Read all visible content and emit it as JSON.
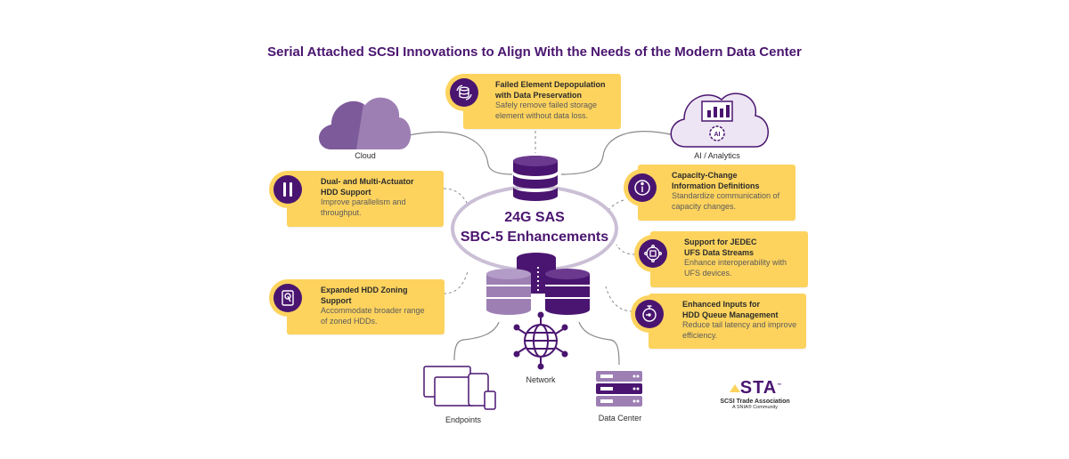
{
  "title": "Serial Attached SCSI Innovations to Align With the Needs of the Modern Data Center",
  "center": {
    "line1": "24G SAS",
    "line2": "SBC-5 Enhancements"
  },
  "nodes": {
    "cloud": "Cloud",
    "ai": "AI / Analytics",
    "network": "Network",
    "endpoints": "Endpoints",
    "datacenter": "Data Center",
    "ai_chip_text": "AI"
  },
  "cards": {
    "failed_element": {
      "heading": "Failed Element Depopulation\nwith Data Preservation",
      "body": "Safely remove failed storage\nelement without data loss."
    },
    "dual_actuator": {
      "heading": "Dual- and Multi-Actuator\nHDD Support",
      "body": "Improve parallelism and\nthroughput."
    },
    "hdd_zoning": {
      "heading": "Expanded HDD Zoning\nSupport",
      "body": "Accommodate broader range\nof zoned HDDs."
    },
    "capacity_change": {
      "heading": "Capacity-Change\nInformation Definitions",
      "body": "Standardize communication of\ncapacity changes."
    },
    "jedec_ufs": {
      "heading": "Support for JEDEC\nUFS Data Streams",
      "body": "Enhance interoperability with\nUFS devices."
    },
    "queue_mgmt": {
      "heading": "Enhanced Inputs for\nHDD Queue Management",
      "body": "Reduce tail latency and improve\nefficiency."
    }
  },
  "logo": {
    "mark": "STA",
    "tm": "™",
    "name": "SCSI Trade Association",
    "tagline": "A SNIA® Community"
  },
  "colors": {
    "purple": "#4a1570",
    "purple_mid": "#6b3a8f",
    "lavender": "#9d7fb4",
    "lavender_light": "#b39cc7",
    "ellipse_stroke": "#cbbfd6",
    "yellow": "#fdd35e",
    "line_gray": "#8a8a8a"
  },
  "icons": {
    "failed_element": "recycle-db-icon",
    "dual_actuator": "parallel-bars-icon",
    "hdd_zoning": "hard-drive-icon",
    "capacity_change": "info-icon",
    "jedec_ufs": "chip-network-icon",
    "queue_mgmt": "stopwatch-icon"
  }
}
